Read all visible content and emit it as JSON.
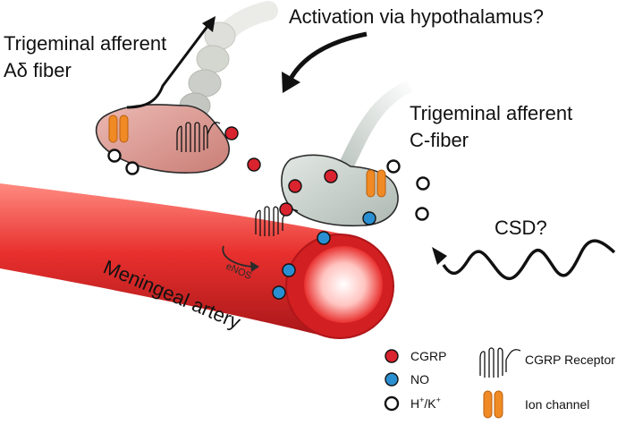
{
  "labels": {
    "trigeminal_adelta_line1": "Trigeminal afferent",
    "trigeminal_adelta_line2": "Aδ fiber",
    "activation": "Activation via hypothalamus?",
    "trigeminal_c_line1": "Trigeminal afferent",
    "trigeminal_c_line2": "C-fiber",
    "csd": "CSD?",
    "artery": "Meningeal artery",
    "enos": "eNOS"
  },
  "legend": {
    "cgrp": "CGRP",
    "no": "NO",
    "ions_base1": "H",
    "ions_sup1": "+",
    "ions_sep": "/K",
    "ions_sup2": "+",
    "receptor": "CGRP Receptor",
    "ion_channel": "Ion channel"
  },
  "colors": {
    "cgrp": "#d9232e",
    "no": "#2a8fd0",
    "ion_channel": "#f08a24",
    "artery": "#e8302e",
    "adelta_body": "#d99a92",
    "cfiber_body": "#c9d2cc"
  }
}
